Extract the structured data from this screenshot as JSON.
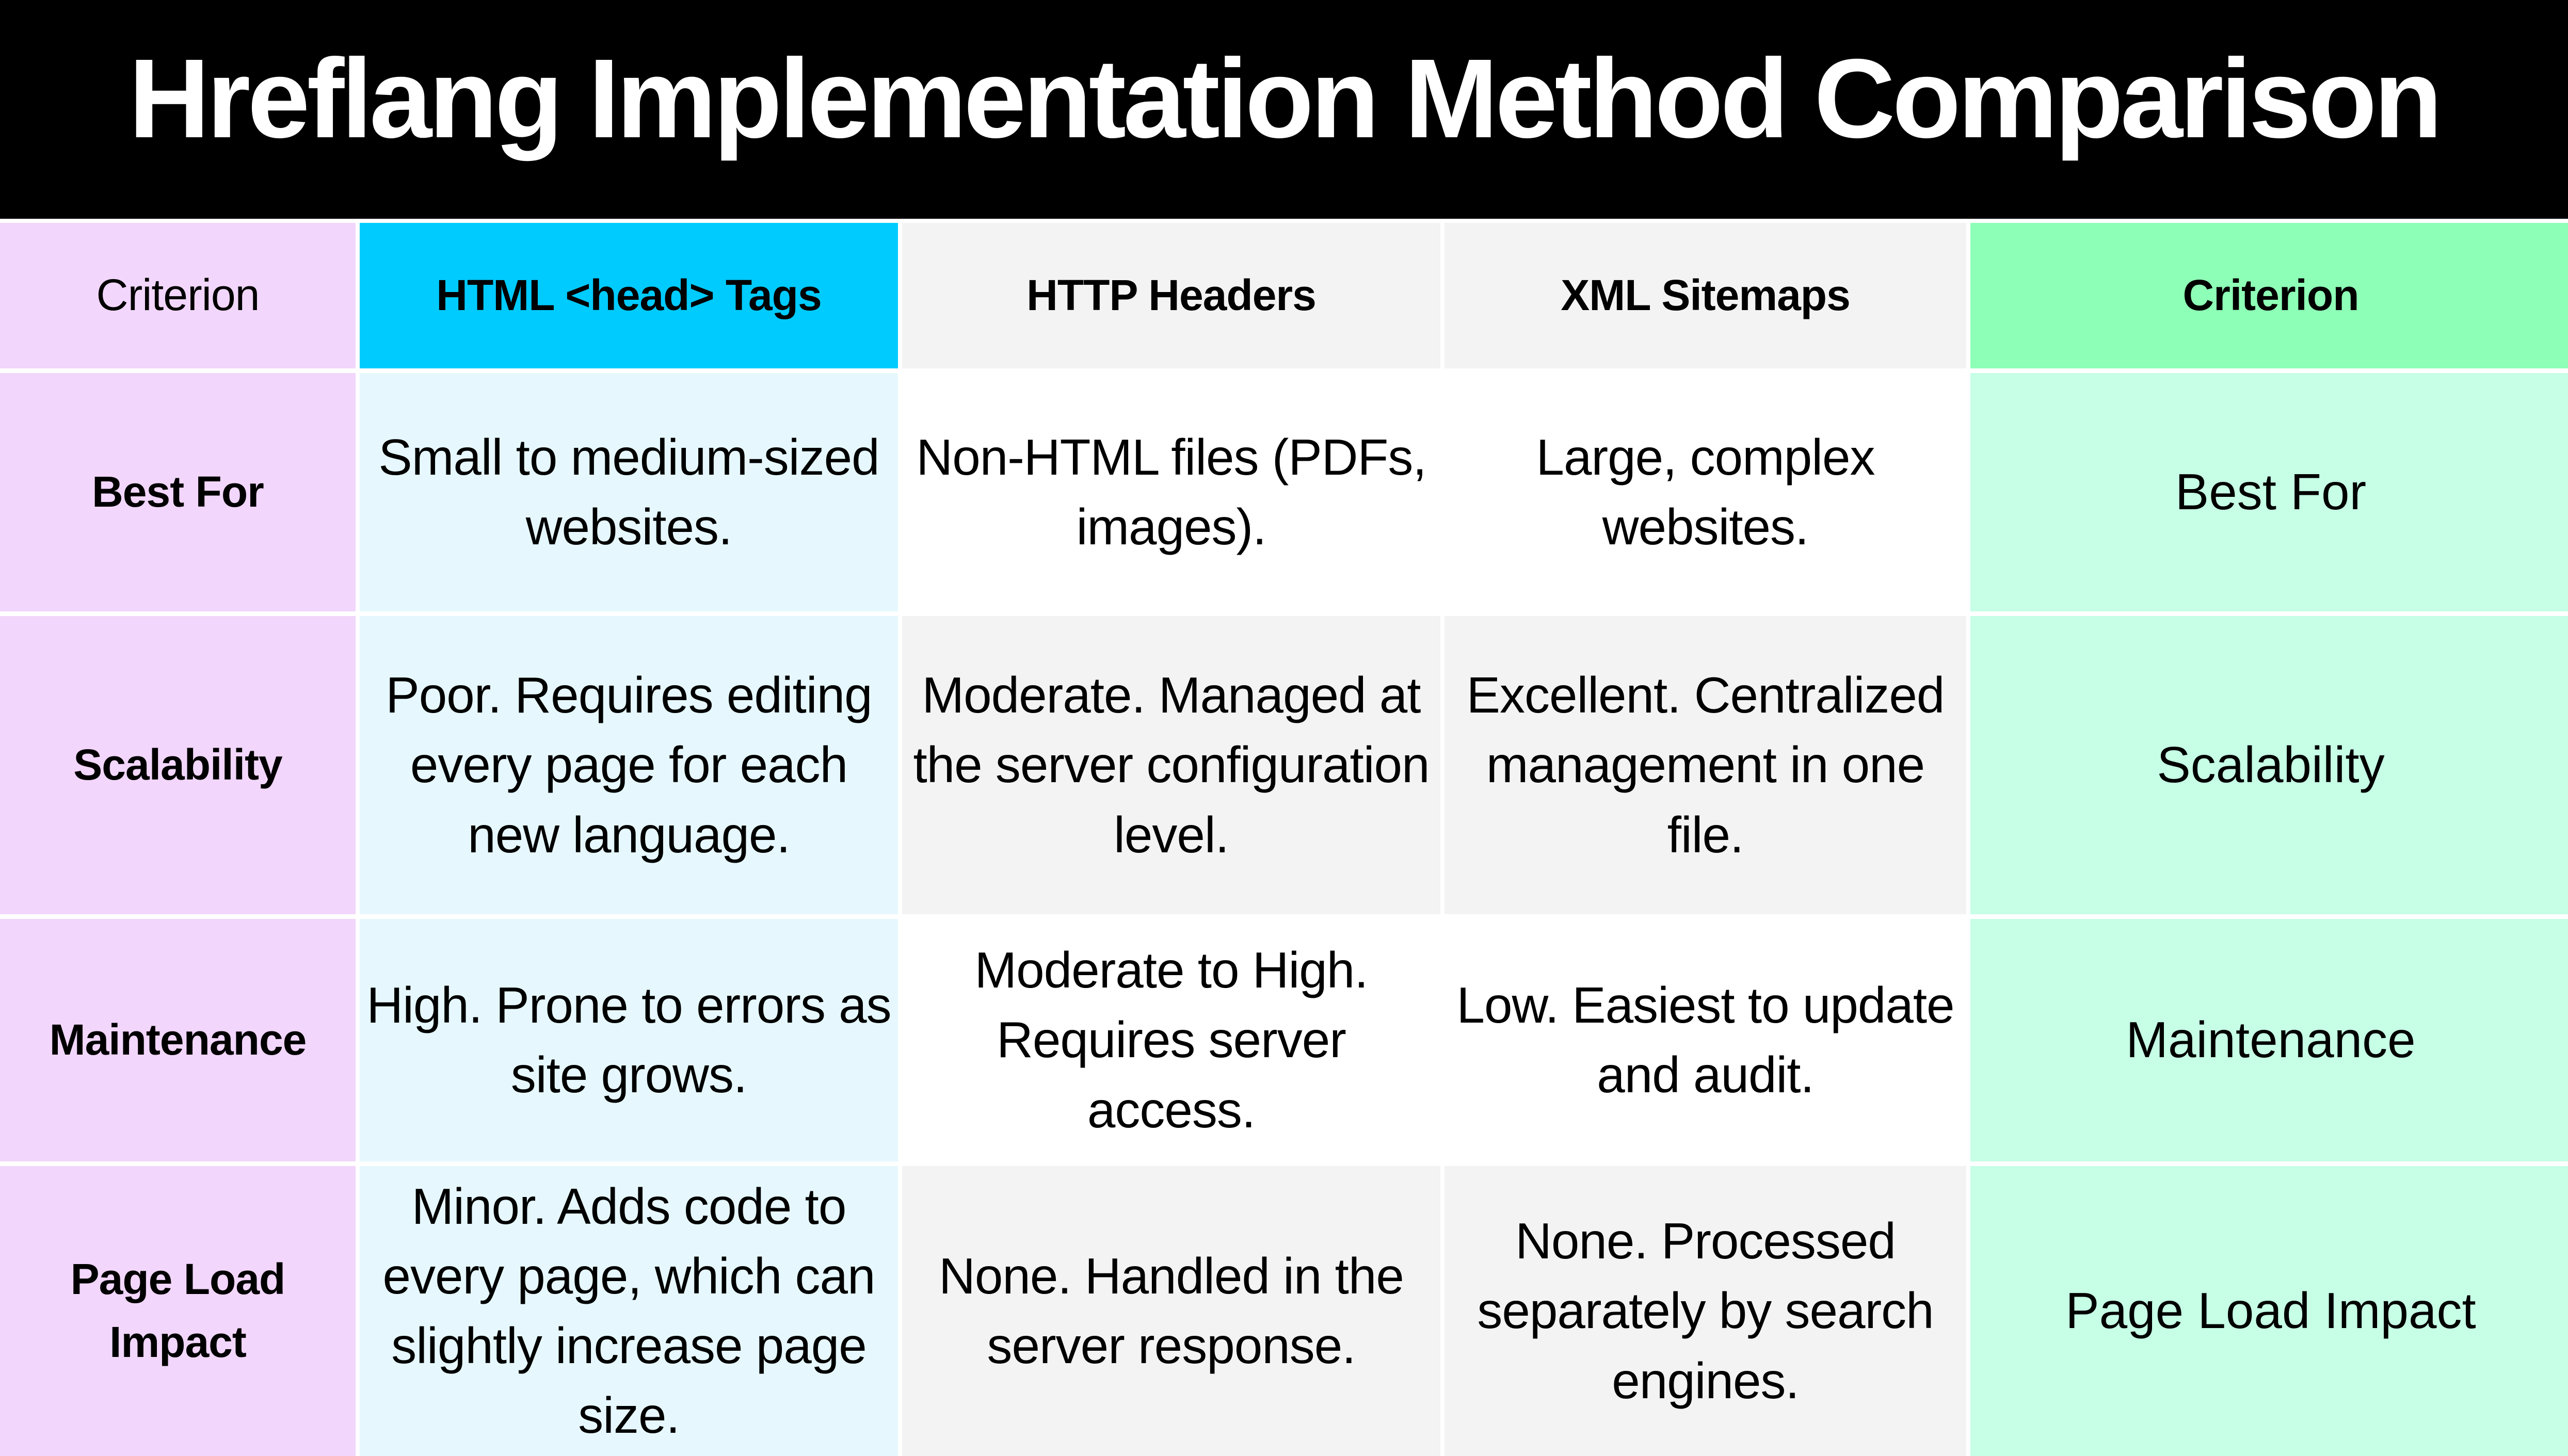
{
  "title": "Hreflang Implementation Method Comparison",
  "colors": {
    "title_bg": "#000000",
    "title_text": "#ffffff",
    "criterion_col": "#f2d6fb",
    "html_header": "#00cbff",
    "html_col": "#e6f8fe",
    "neutral_grey": "#f3f3f3",
    "neutral_white": "#ffffff",
    "right_header": "#8effb6",
    "right_col": "#c6fee6"
  },
  "table": {
    "headers": [
      "Criterion",
      "HTML <head> Tags",
      "HTTP Headers",
      "XML Sitemaps",
      "Criterion"
    ],
    "rows": [
      {
        "criterion": "Best For",
        "html": "Small to medium-sized websites.",
        "http": "Non-HTML files (PDFs, images).",
        "xml": "Large, complex websites.",
        "right": "Best For"
      },
      {
        "criterion": "Scalability",
        "html": "Poor. Requires editing every page for each new language.",
        "http": "Moderate. Managed at the server configuration level.",
        "xml": "Excellent. Centralized management in one file.",
        "right": "Scalability"
      },
      {
        "criterion": "Maintenance",
        "html": "High. Prone to errors as site grows.",
        "http": "Moderate to High. Requires server access.",
        "xml": "Low. Easiest to update and audit.",
        "right": "Maintenance"
      },
      {
        "criterion": "Page Load Impact",
        "html": "Minor. Adds code to every page, which can slightly increase page size.",
        "http": "None. Handled in the server response.",
        "xml": "None. Processed separately by search engines.",
        "right": "Page Load Impact"
      }
    ]
  }
}
